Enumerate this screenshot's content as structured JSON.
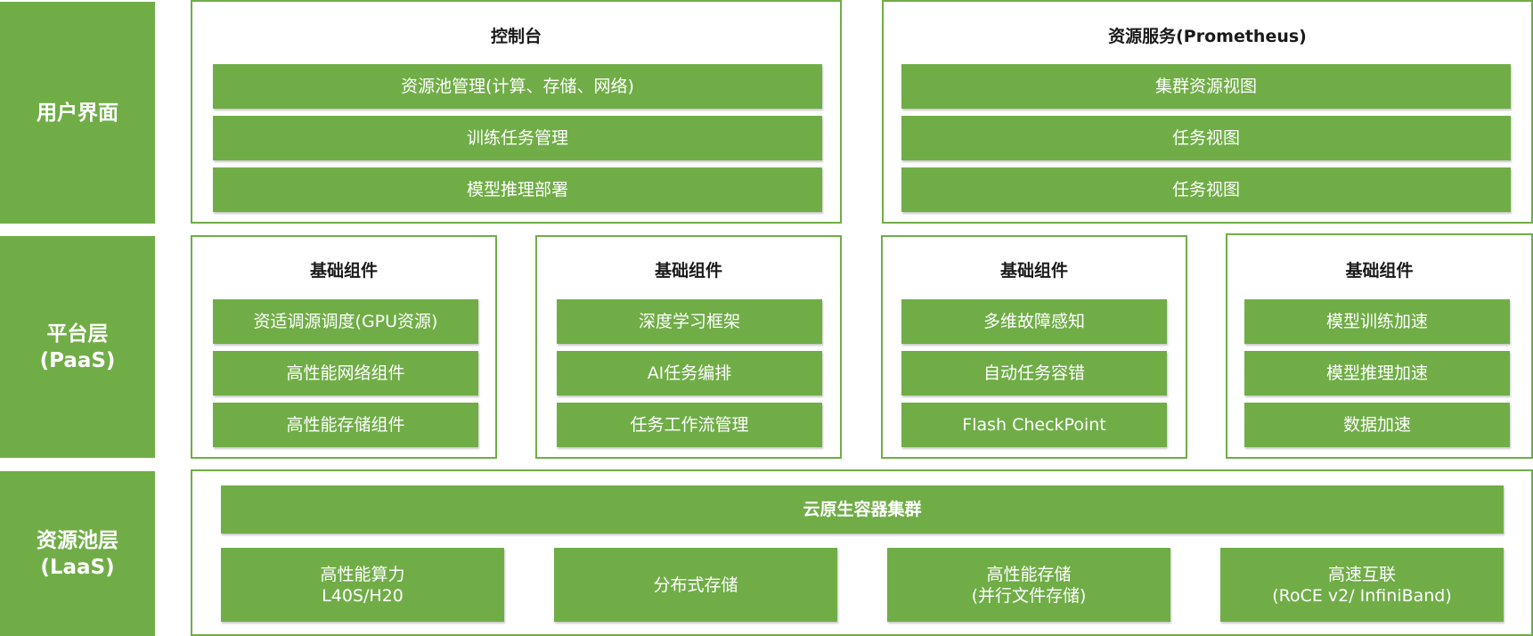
{
  "colors": {
    "accent": "#70ad47",
    "text_on_accent": "#ffffff",
    "title_text": "#1a1a1a"
  },
  "layers": {
    "ui": {
      "label": "用户界面"
    },
    "paas": {
      "label_line1": "平台层",
      "label_line2": "(PaaS)"
    },
    "laas": {
      "label_line1": "资源池层",
      "label_line2": "(LaaS)"
    }
  },
  "ui_panels": {
    "console": {
      "title": "控制台",
      "items": [
        "资源池管理(计算、存储、网络)",
        "训练任务管理",
        "模型推理部署"
      ]
    },
    "resource_service": {
      "title": "资源服务(Prometheus)",
      "items": [
        "集群资源视图",
        "任务视图",
        "任务视图"
      ]
    }
  },
  "paas_panels": [
    {
      "title": "基础组件",
      "items": [
        "资适调源调度(GPU资源)",
        "高性能网络组件",
        "高性能存储组件"
      ]
    },
    {
      "title": "基础组件",
      "items": [
        "深度学习框架",
        "AI任务编排",
        "任务工作流管理"
      ]
    },
    {
      "title": "基础组件",
      "items": [
        "多维故障感知",
        "自动任务容错",
        "Flash CheckPoint"
      ]
    },
    {
      "title": "基础组件",
      "items": [
        "模型训练加速",
        "模型推理加速",
        "数据加速"
      ]
    }
  ],
  "laas_panel": {
    "cluster": "云原生容器集群",
    "boxes": [
      {
        "line1": "高性能算力",
        "line2": "L40S/H20"
      },
      {
        "line1": "分布式存储",
        "line2": ""
      },
      {
        "line1": "高性能存储",
        "line2": "(并行文件存储)"
      },
      {
        "line1": "高速互联",
        "line2": "(RoCE v2/ InfiniBand)"
      }
    ]
  }
}
